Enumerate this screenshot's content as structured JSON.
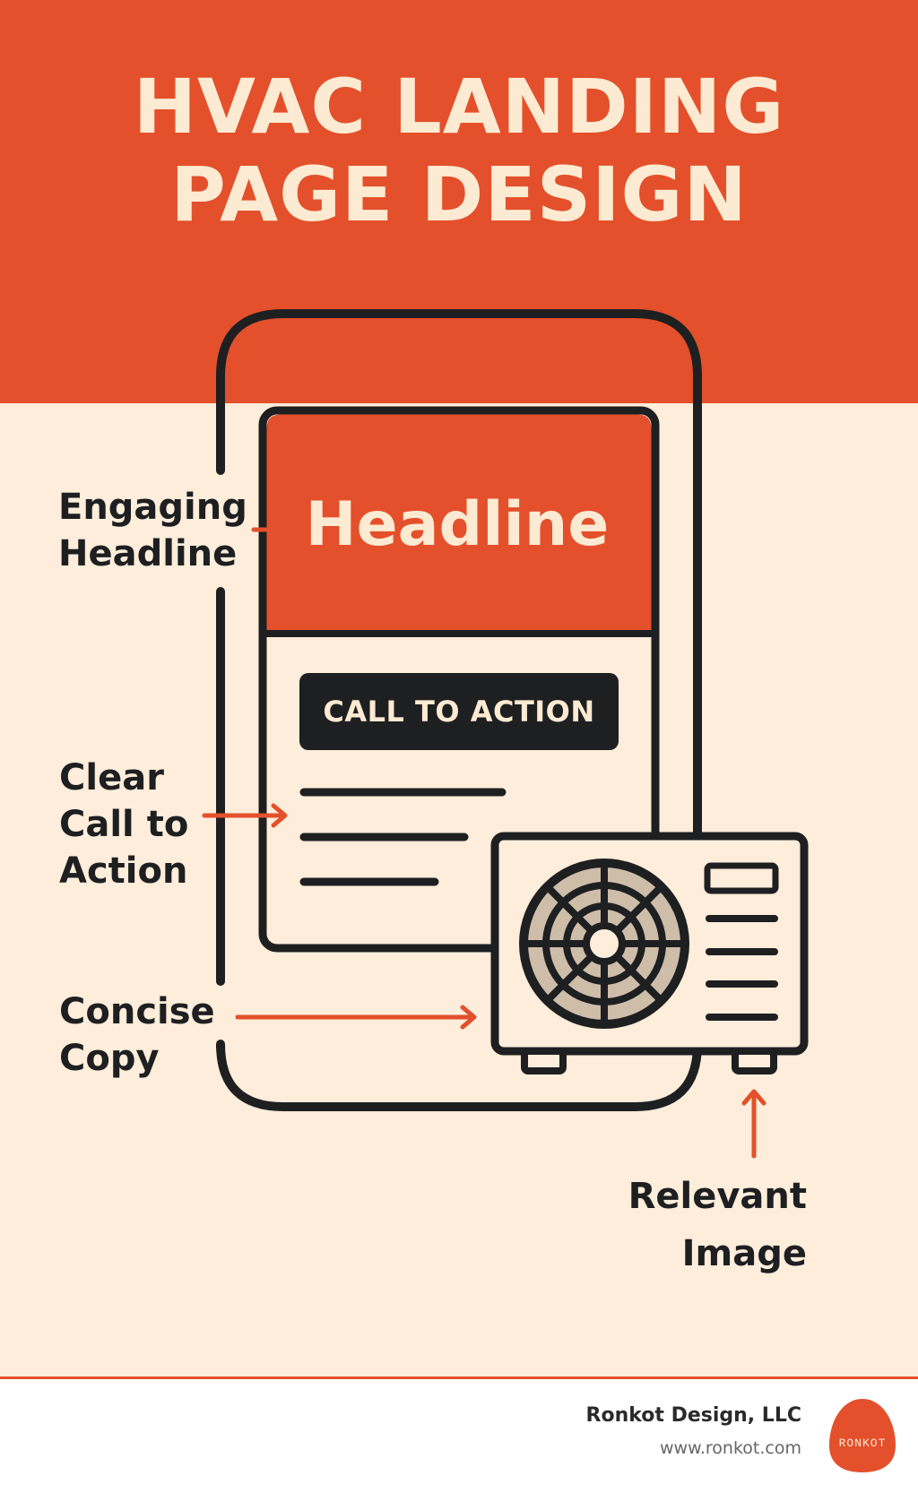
{
  "title": {
    "line1": "HVAC LANDING",
    "line2": "PAGE DESIGN"
  },
  "phone_screen": {
    "headline": "Headline",
    "cta_label": "CALL TO ACTION"
  },
  "callouts": {
    "engaging_headline": {
      "line1": "Engaging",
      "line2": "Headline"
    },
    "clear_cta": {
      "line1": "Clear",
      "line2": "Call to",
      "line3": "Action"
    },
    "concise_copy": {
      "line1": "Concise",
      "line2": "Copy"
    },
    "relevant_image": {
      "line1": "Relevant",
      "line2": "Image"
    }
  },
  "footer": {
    "company": "Ronkot Design, LLC",
    "url": "www.ronkot.com",
    "logo_text": "RONKOT"
  },
  "icons": {
    "phone": "smartphone-outline",
    "ac_unit": "air-conditioner-outdoor-unit-icon",
    "arrows": "callout-arrow-icon"
  },
  "colors": {
    "accent": "#E3502B",
    "background": "#FDEDDA",
    "ink": "#1E1F21",
    "light_text": "#FCEAD2",
    "fan_fill": "#CDBDA9",
    "footer_bg": "#FFFFFF"
  }
}
